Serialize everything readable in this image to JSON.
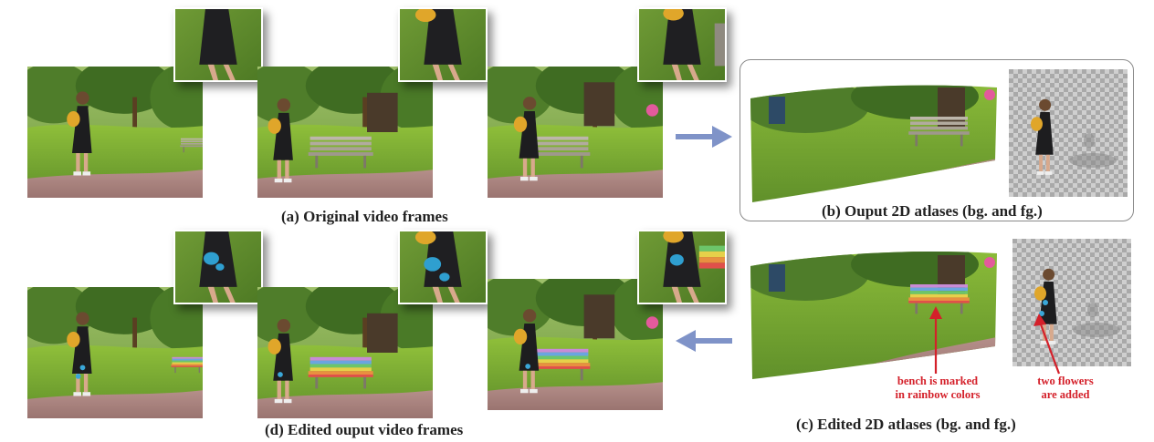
{
  "captions": {
    "a": "(a) Original video frames",
    "b": "(b) Ouput 2D atlases  (bg. and fg.)",
    "c": "(c) Edited 2D atlases  (bg. and fg.)",
    "d": "(d) Edited ouput video frames"
  },
  "annotations": {
    "bench": "bench is marked\nin rainbow colors",
    "flowers": "two flowers\nare added"
  },
  "colors": {
    "annotation": "#d4202a",
    "arrow": "#7f93c8",
    "panel_border": "#8a8a8a"
  }
}
